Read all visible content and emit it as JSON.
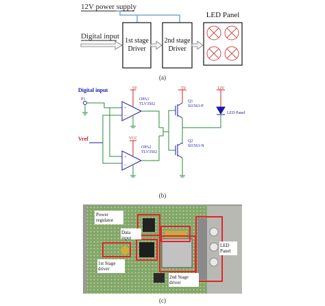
{
  "colors": {
    "schematic_line": "#1a1aa6",
    "schematic_red": "#c8201e",
    "schematic_green": "#2a8a3a",
    "photo_highlight": "#e0242a",
    "label_bg": "#ffffff"
  },
  "panel_a": {
    "power_supply_label": "12V power supply",
    "digital_input_label": "Digital input",
    "stage1": {
      "line1": "1st stage",
      "line2": "Driver"
    },
    "stage2": {
      "line1": "2nd stage",
      "line2": "Driver"
    },
    "led_panel_label": "LED Panel",
    "caption": "(a)"
  },
  "panel_b": {
    "digital_input_label": "Digital input",
    "p1_label": "P1",
    "vref_label": "Vref",
    "opa1": {
      "name": "OPA1",
      "part": "TLV3502"
    },
    "opa2": {
      "name": "OPA2",
      "part": "TLV3502"
    },
    "q1": {
      "name": "Q1",
      "part": "SI1563-P"
    },
    "q2": {
      "name": "Q2",
      "part": "SI1563-N"
    },
    "led_panel_label": "LED Panel",
    "rail_5v": "5V",
    "rail_vcc": "VCC",
    "rail_12v": "12V",
    "caption": "(b)"
  },
  "panel_c": {
    "power_regulator_label": "Power regulator",
    "data_input_label": "Data input",
    "first_stage_label": "1st Stage driver",
    "second_stage_label": "2nd Stage driver",
    "led_panel_label": "LED Panel",
    "caption": "(c)"
  }
}
